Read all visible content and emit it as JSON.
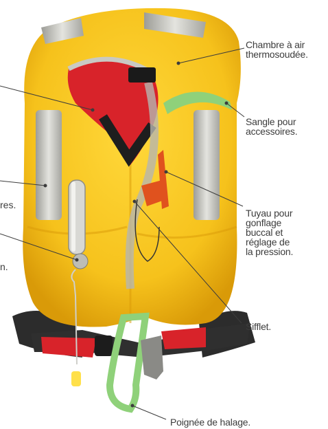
{
  "annotations": {
    "chambre": "Chambre à air\nthermosoudée.",
    "sangle": "Sangle pour\naccessoires.",
    "tuyau": "Tuyau pour\ngonflage\nbuccal et\nréglage de\nla pression.",
    "sifflet": "Sifflet.",
    "poignee": "Poignée de halage.",
    "cut_left_1": "res.",
    "cut_left_2": "n."
  },
  "colors": {
    "vest_yellow": "#f6c21c",
    "vest_shadow": "#e0a40e",
    "collar_red": "#d8232a",
    "reflective": "#c9c9c3",
    "strap_green": "#8fd17a",
    "harness_black": "#2c2c2c",
    "pointer_line": "#3c3c3c"
  }
}
